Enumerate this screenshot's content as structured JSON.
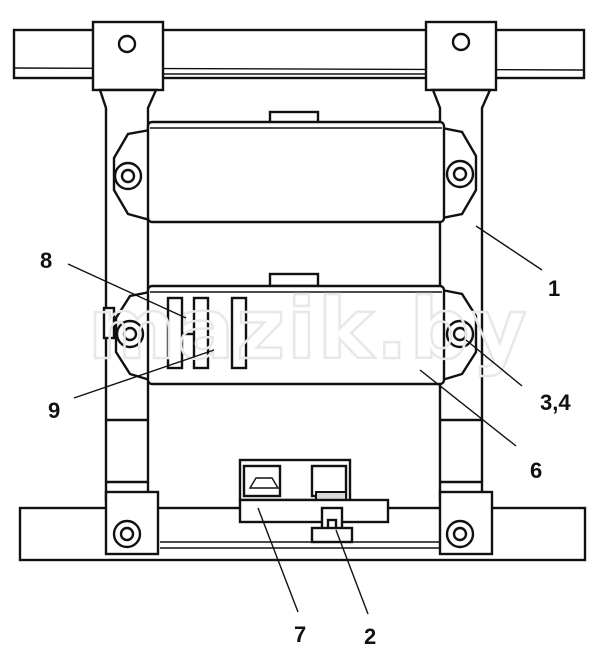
{
  "watermark": "mazik.by",
  "callouts": [
    {
      "id": "c1",
      "label": "1"
    },
    {
      "id": "c2",
      "label": "2"
    },
    {
      "id": "c34",
      "label": "3,4"
    },
    {
      "id": "c6",
      "label": "6"
    },
    {
      "id": "c7",
      "label": "7"
    },
    {
      "id": "c8",
      "label": "8"
    },
    {
      "id": "c9",
      "label": "9"
    }
  ]
}
